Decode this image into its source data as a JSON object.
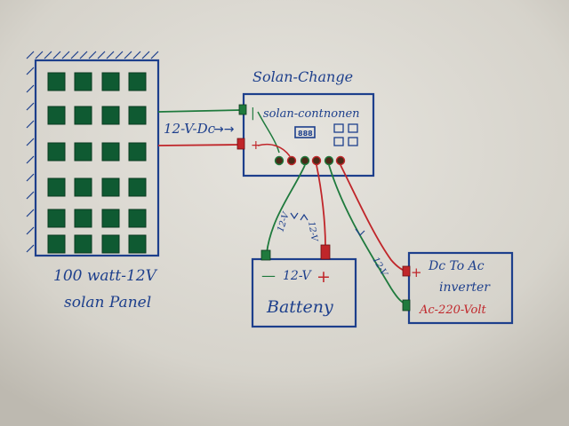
{
  "colors": {
    "paper": "#dedbd4",
    "ink_blue": "#1d3f8c",
    "wire_green": "#1f7a3d",
    "wire_red": "#c0262a",
    "cell_green": "#0f5a32"
  },
  "panel": {
    "caption_line1": "100 watt-12V",
    "caption_line2": "solan Panel",
    "output_label": "12-V-Dc"
  },
  "controller": {
    "title": "Solan-Change",
    "inner_label": "solan-contnonen",
    "display_text": "888"
  },
  "battery": {
    "label": "Batteny",
    "voltage": "12-V",
    "minus": "—",
    "plus": "+",
    "wire_label_green": "12-V",
    "wire_label_red": "12-V"
  },
  "inverter": {
    "line1": "Dc To Ac",
    "line2": "inverter",
    "line3": "Ac-220-Volt",
    "plus": "+",
    "wire_label": "12-V"
  }
}
